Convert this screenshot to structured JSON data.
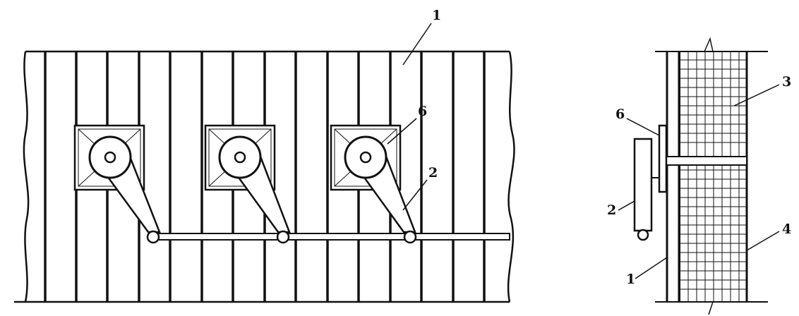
{
  "labels": {
    "front_board": "1",
    "front_bracket": "6",
    "front_arm": "2",
    "side_bracket": "6",
    "side_arm": "2",
    "side_board": "1",
    "side_insulation": "3",
    "side_grid": "4"
  },
  "colors": {
    "ink": "#111111",
    "paper": "#ffffff"
  }
}
